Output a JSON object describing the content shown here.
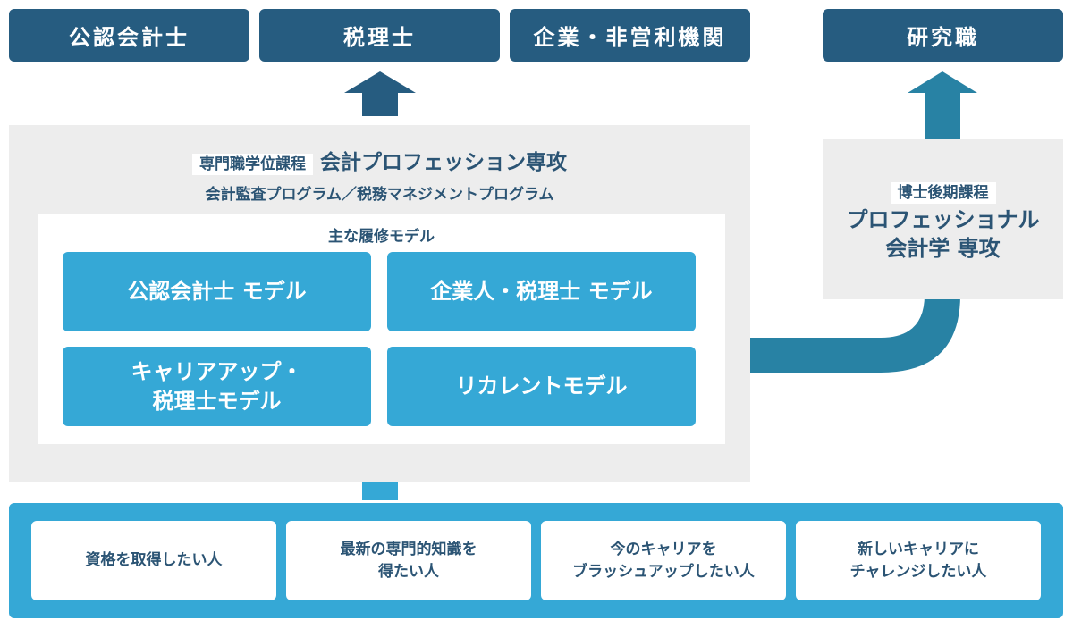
{
  "careers": [
    "公認会計士",
    "税理士",
    "企業・非営利機関",
    "研究職"
  ],
  "masters": {
    "badge": "専門職学位課程",
    "title": "会計プロフェッション専攻",
    "subtitle": "会計監査プログラム／税務マネジメントプログラム",
    "models_heading": "主な履修モデル",
    "models": [
      "公認会計士 モデル",
      "企業人・税理士 モデル",
      "キャリアアップ・\n税理士モデル",
      "リカレントモデル"
    ]
  },
  "doctoral": {
    "badge": "博士後期課程",
    "title": "プロフェッショナル\n会計学 専攻"
  },
  "audiences": [
    "資格を取得したい人",
    "最新の専門的知識を\n得たい人",
    "今のキャリアを\nブラッシュアップしたい人",
    "新しいキャリアに\nチャレンジしたい人"
  ],
  "colors": {
    "navy": "#265c80",
    "teal": "#2882a4",
    "blue": "#35a8d6",
    "gray": "#ededed",
    "text": "#2b5474"
  }
}
